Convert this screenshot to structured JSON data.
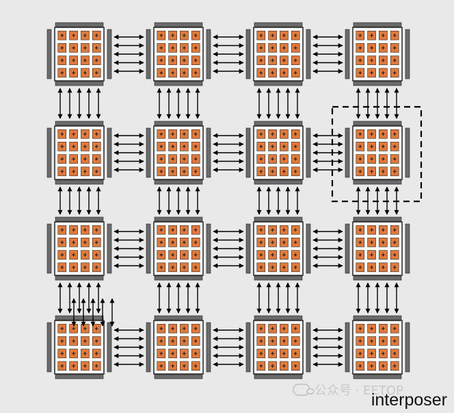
{
  "diagram": {
    "rows": 4,
    "cols": 4,
    "pads_per_side": 4,
    "links_per_edge": 5,
    "colors": {
      "background": "#e9e9e9",
      "chip_fill": "#ffffff",
      "chip_border": "#222222",
      "pad_fill": "#e07a3c",
      "pad_mark": "#222222",
      "bar_fill": "#6b6b6b",
      "arrow": "#000000"
    },
    "highlight": {
      "row": 1,
      "col": 3,
      "style": "dashed"
    }
  },
  "caption": "interposer",
  "watermark": {
    "icon": "wechat-icon",
    "text": "公众号 · EETOP"
  }
}
